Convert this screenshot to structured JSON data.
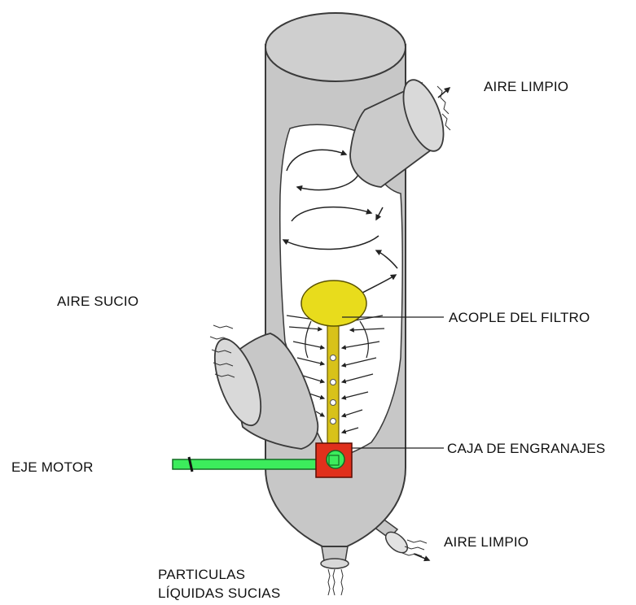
{
  "labels": {
    "clean_air_top": "AIRE LIMPIO",
    "dirty_air": "AIRE SUCIO",
    "filter_coupling": "ACOPLE DEL FILTRO",
    "gearbox": "CAJA DE ENGRANAJES",
    "motor_shaft": "EJE MOTOR",
    "clean_air_bottom": "AIRE LIMPIO",
    "dirty_particles_line1": "PARTICULAS",
    "dirty_particles_line2": "LÍQUIDAS SUCIAS"
  },
  "colors": {
    "vessel": "#c7c7c7",
    "vessel_outline": "#3a3a3a",
    "chamber": "#ffffff",
    "filter_disc": "#e8dc1c",
    "shaft": "#d8c21a",
    "gearbox": "#e0301c",
    "motor_shaft": "#3cec5c",
    "leader_line": "#222222"
  }
}
